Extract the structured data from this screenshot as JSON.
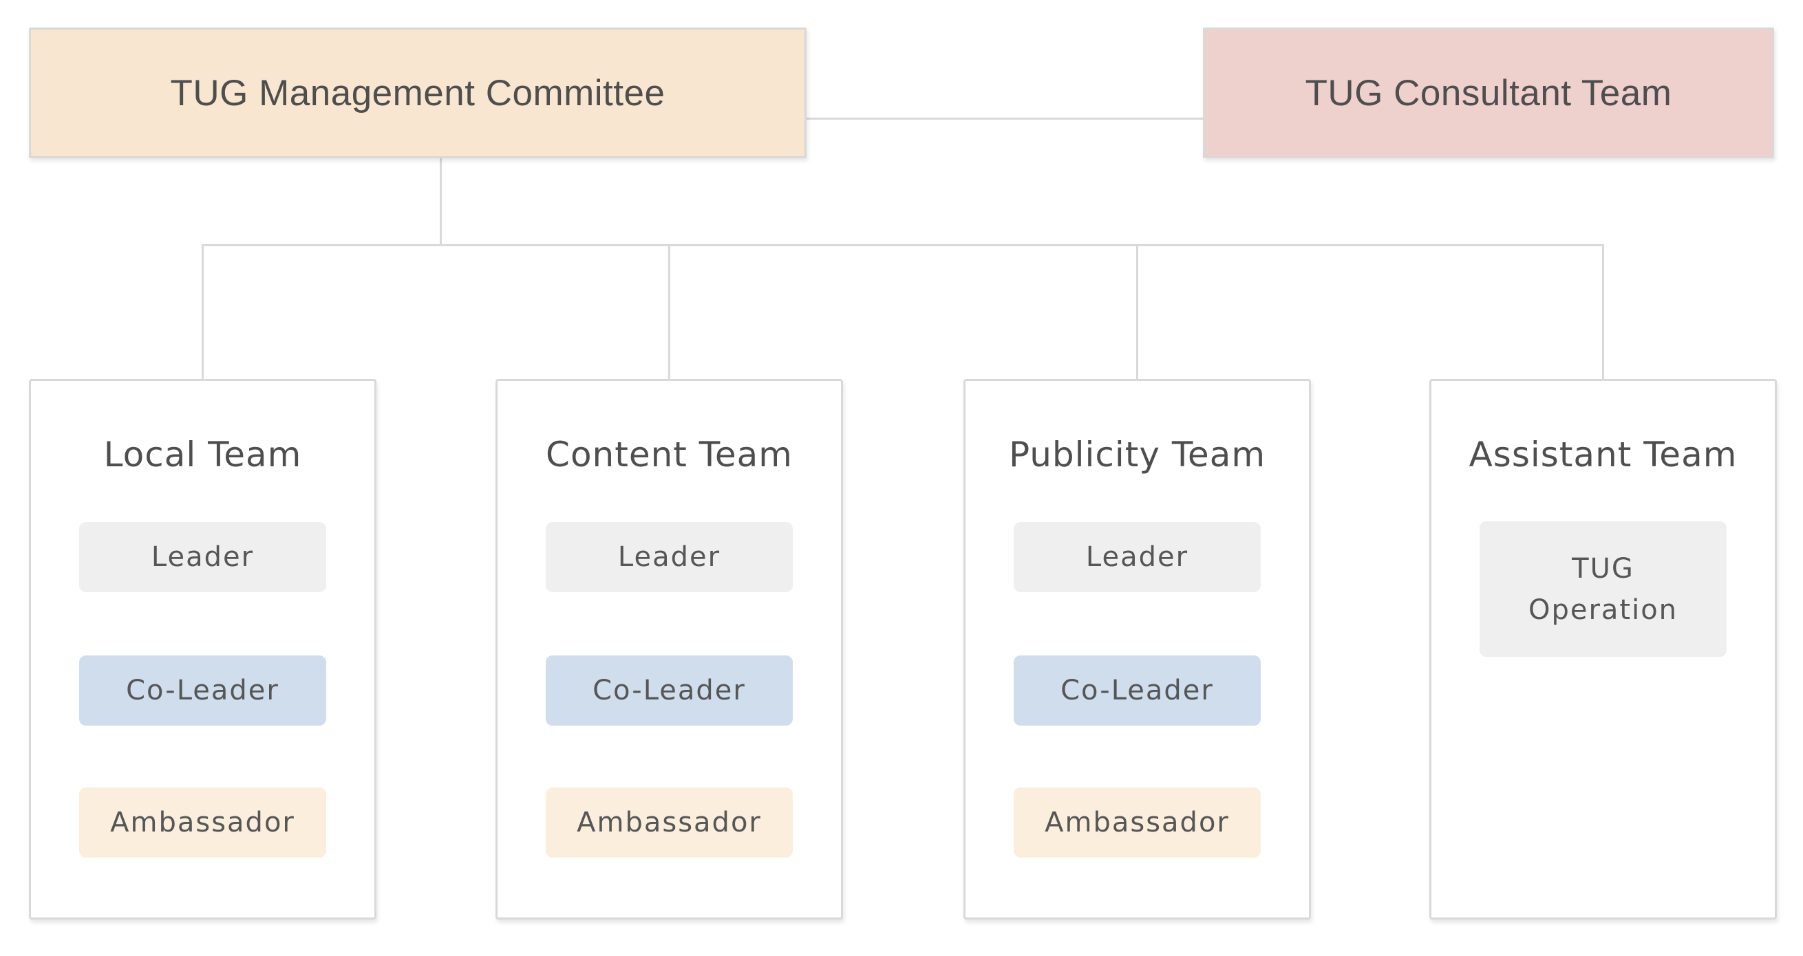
{
  "palette": {
    "mgmt-fill": "#f8e6d0",
    "consultant-fill": "#eed0cd",
    "chip-gray": "#efefef",
    "chip-blue": "#cfdded",
    "chip-cream": "#fbeedd",
    "border": "#d9d9d9",
    "line": "#d9d9d9",
    "box-bg": "#ffffff",
    "text-dark": "#4e4e4e",
    "text-mid": "#565656"
  },
  "top_boxes": [
    {
      "id": "management",
      "label": "TUG Management Committee"
    },
    {
      "id": "consultant",
      "label": "TUG Consultant Team"
    }
  ],
  "teams": [
    {
      "title": "Local Team",
      "chips": [
        {
          "label": "Leader",
          "color": "gray"
        },
        {
          "label": "Co-Leader",
          "color": "blue"
        },
        {
          "label": "Ambassador",
          "color": "cream"
        }
      ]
    },
    {
      "title": "Content Team",
      "chips": [
        {
          "label": "Leader",
          "color": "gray"
        },
        {
          "label": "Co-Leader",
          "color": "blue"
        },
        {
          "label": "Ambassador",
          "color": "cream"
        }
      ]
    },
    {
      "title": "Publicity Team",
      "chips": [
        {
          "label": "Leader",
          "color": "gray"
        },
        {
          "label": "Co-Leader",
          "color": "blue"
        },
        {
          "label": "Ambassador",
          "color": "cream"
        }
      ]
    },
    {
      "title": "Assistant Team",
      "chips": [
        {
          "label": "TUG Operation",
          "color": "gray"
        }
      ]
    }
  ]
}
